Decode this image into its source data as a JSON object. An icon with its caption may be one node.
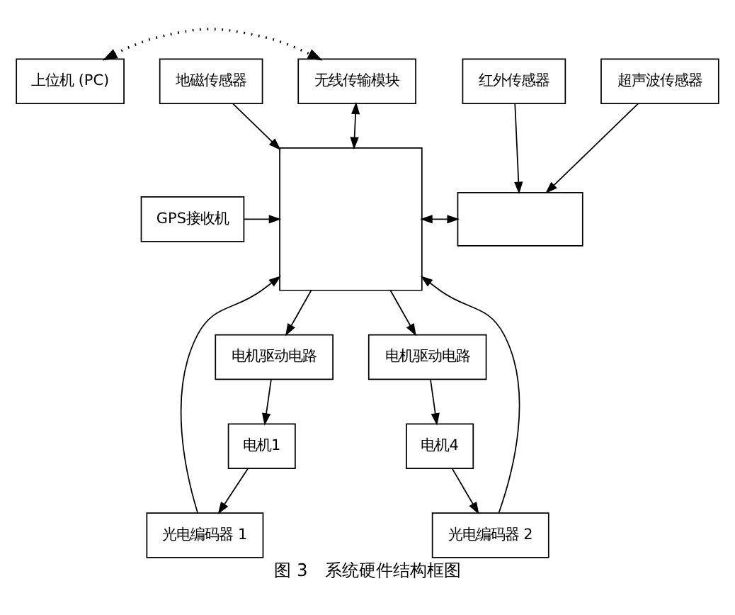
{
  "diagram": {
    "caption": "图 3　系统硬件结构框图",
    "nodes": [
      {
        "text": [
          "上位机 (PC)"
        ]
      },
      {
        "text": [
          "无线传输模块"
        ]
      },
      {
        "text": [
          "超声波传感器"
        ]
      },
      {
        "text": [
          "GPS接收机"
        ]
      },
      {
        "text": [],
        "shape": "box"
      },
      {
        "text": [],
        "shape": "box"
      },
      {
        "text": [
          "地磁传感器"
        ]
      },
      {
        "text": [
          "红外传感器"
        ]
      },
      {
        "text": [
          "光电编码器 1"
        ]
      },
      {
        "text": [
          "光电编码器 2"
        ]
      },
      {
        "text": [
          "电机驱动电路"
        ]
      },
      {
        "text": [
          "电机驱动电路"
        ]
      },
      {
        "text": [
          "电机1"
        ]
      },
      {
        "text": [
          "电机4"
        ]
      }
    ],
    "edges": [
      {
        "from": 0,
        "to": 1,
        "arrow": "both",
        "style": "dashed"
      },
      {
        "from": 1,
        "to": 4,
        "arrow": "both"
      },
      {
        "from": 2,
        "to": 5,
        "arrow": "to"
      },
      {
        "from": 3,
        "to": 4,
        "arrow": "to"
      },
      {
        "from": 4,
        "to": 5,
        "arrow": "both"
      },
      {
        "from": 6,
        "to": 4,
        "arrow": "to"
      },
      {
        "from": 7,
        "to": 5,
        "arrow": "to"
      },
      {
        "from": 8,
        "to": 4,
        "arrow": "to"
      },
      {
        "from": 9,
        "to": 4,
        "arrow": "to"
      },
      {
        "from": 4,
        "to": 10,
        "arrow": "to"
      },
      {
        "from": 4,
        "to": 11,
        "arrow": "to"
      },
      {
        "from": 10,
        "to": 12,
        "arrow": "to"
      },
      {
        "from": 11,
        "to": 13,
        "arrow": "to"
      },
      {
        "from": 12,
        "to": 8,
        "arrow": "to"
      },
      {
        "from": 13,
        "to": 9,
        "arrow": "to"
      }
    ]
  }
}
